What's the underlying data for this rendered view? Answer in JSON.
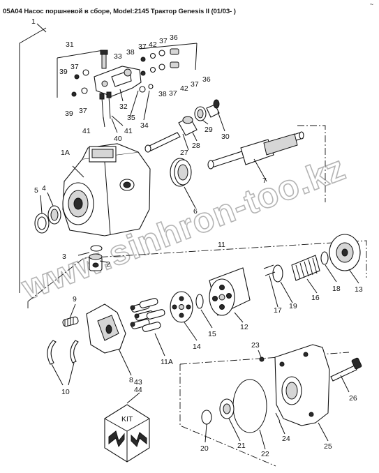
{
  "header": {
    "title": "05A04 Насос поршневой в сборе, Model:2145 Трактор Genesis II (01/03- )",
    "corner_mark": "~"
  },
  "diagram": {
    "watermark": "www.sinhron-too.kz",
    "kit_label": "KIT",
    "callouts": [
      {
        "id": "c1",
        "text": "1"
      },
      {
        "id": "c31",
        "text": "31"
      },
      {
        "id": "c33",
        "text": "33"
      },
      {
        "id": "c38a",
        "text": "38"
      },
      {
        "id": "c37a",
        "text": "37"
      },
      {
        "id": "c42a",
        "text": "42"
      },
      {
        "id": "c37b",
        "text": "37"
      },
      {
        "id": "c36a",
        "text": "36"
      },
      {
        "id": "c39a",
        "text": "39"
      },
      {
        "id": "c37c",
        "text": "37"
      },
      {
        "id": "c36b",
        "text": "36"
      },
      {
        "id": "c37d",
        "text": "37"
      },
      {
        "id": "c42b",
        "text": "42"
      },
      {
        "id": "c37e",
        "text": "37"
      },
      {
        "id": "c38b",
        "text": "38"
      },
      {
        "id": "c32",
        "text": "32"
      },
      {
        "id": "c39b",
        "text": "39"
      },
      {
        "id": "c37f",
        "text": "37"
      },
      {
        "id": "c35",
        "text": "35"
      },
      {
        "id": "c41a",
        "text": "41"
      },
      {
        "id": "c41b",
        "text": "41"
      },
      {
        "id": "c40",
        "text": "40"
      },
      {
        "id": "c34",
        "text": "34"
      },
      {
        "id": "c29",
        "text": "29"
      },
      {
        "id": "c30",
        "text": "30"
      },
      {
        "id": "c28",
        "text": "28"
      },
      {
        "id": "c27",
        "text": "27"
      },
      {
        "id": "c1A",
        "text": "1A"
      },
      {
        "id": "c7",
        "text": "7"
      },
      {
        "id": "c5",
        "text": "5"
      },
      {
        "id": "c4",
        "text": "4"
      },
      {
        "id": "c6",
        "text": "6"
      },
      {
        "id": "c11",
        "text": "11"
      },
      {
        "id": "c3",
        "text": "3"
      },
      {
        "id": "c2",
        "text": "2"
      },
      {
        "id": "c9",
        "text": "9"
      },
      {
        "id": "c17",
        "text": "17"
      },
      {
        "id": "c19",
        "text": "19"
      },
      {
        "id": "c16",
        "text": "16"
      },
      {
        "id": "c18",
        "text": "18"
      },
      {
        "id": "c13",
        "text": "13"
      },
      {
        "id": "c15",
        "text": "15"
      },
      {
        "id": "c12",
        "text": "12"
      },
      {
        "id": "c14",
        "text": "14"
      },
      {
        "id": "c11A",
        "text": "11A"
      },
      {
        "id": "c8",
        "text": "8"
      },
      {
        "id": "c10",
        "text": "10"
      },
      {
        "id": "c23",
        "text": "23"
      },
      {
        "id": "c43",
        "text": "43"
      },
      {
        "id": "c44",
        "text": "44"
      },
      {
        "id": "c26",
        "text": "26"
      },
      {
        "id": "c24",
        "text": "24"
      },
      {
        "id": "c20",
        "text": "20"
      },
      {
        "id": "c21",
        "text": "21"
      },
      {
        "id": "c22",
        "text": "22"
      },
      {
        "id": "c25",
        "text": "25"
      }
    ]
  }
}
